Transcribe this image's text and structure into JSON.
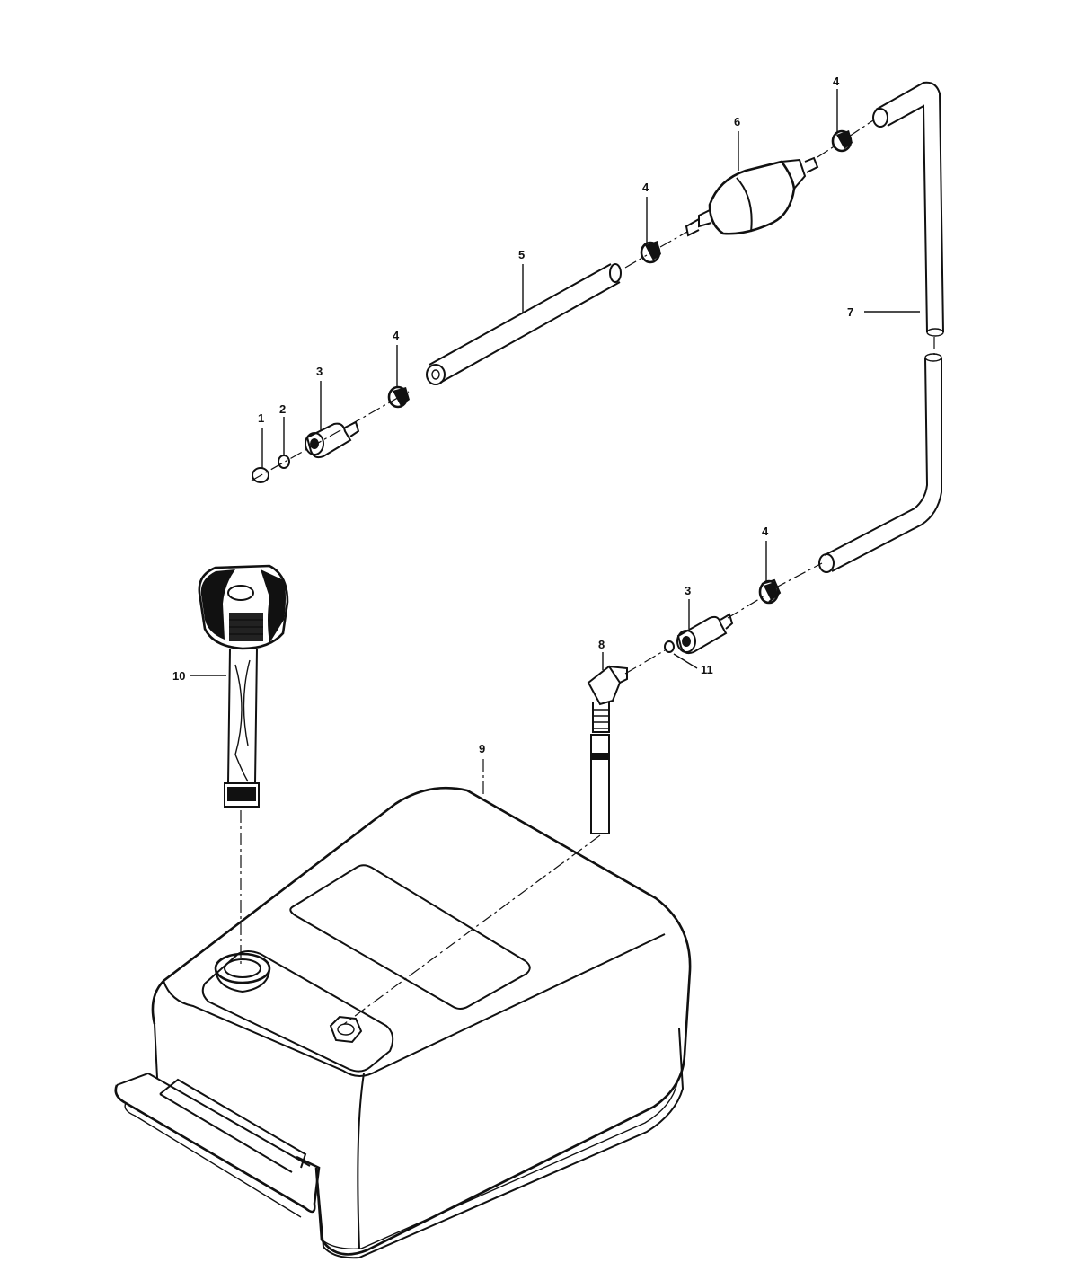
{
  "diagram": {
    "callouts": {
      "c1": "1",
      "c2": "2",
      "c3a": "3",
      "c3b": "3",
      "c4a": "4",
      "c4b": "4",
      "c4c": "4",
      "c4d": "4",
      "c5": "5",
      "c6": "6",
      "c7": "7",
      "c8": "8",
      "c9": "9",
      "c10": "10",
      "c11": "11"
    }
  }
}
